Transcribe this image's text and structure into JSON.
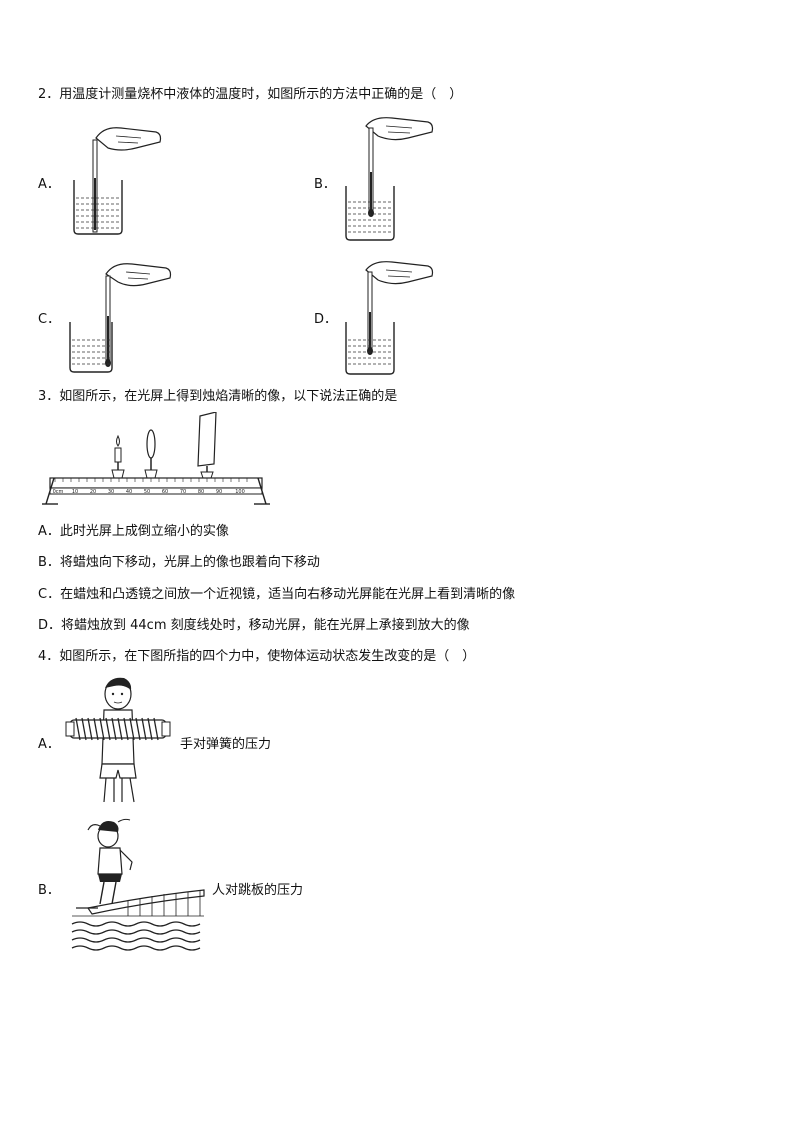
{
  "q2": {
    "stem": "2．用温度计测量烧杯中液体的温度时，如图所示的方法中正确的是（　）",
    "options": [
      {
        "letter": "A．"
      },
      {
        "letter": "B．"
      },
      {
        "letter": "C．"
      },
      {
        "letter": "D．"
      }
    ]
  },
  "q3": {
    "stem": "3．如图所示，在光屏上得到烛焰清晰的像，以下说法正确的是",
    "ruler_ticks": [
      "0cm",
      "10",
      "20",
      "30",
      "40",
      "50",
      "60",
      "70",
      "80",
      "90",
      "100"
    ],
    "options": [
      "A．此时光屏上成倒立缩小的实像",
      "B．将蜡烛向下移动，光屏上的像也跟着向下移动",
      "C．在蜡烛和凸透镜之间放一个近视镜，适当向右移动光屏能在光屏上看到清晰的像",
      "D．将蜡烛放到 44cm 刻度线处时，移动光屏，能在光屏上承接到放大的像"
    ]
  },
  "q4": {
    "stem": "4．如图所示，在下图所指的四个力中，使物体运动状态发生改变的是（　）",
    "options": [
      {
        "letter": "A．",
        "caption": "手对弹簧的压力"
      },
      {
        "letter": "B．",
        "caption": "人对跳板的压力"
      }
    ]
  }
}
